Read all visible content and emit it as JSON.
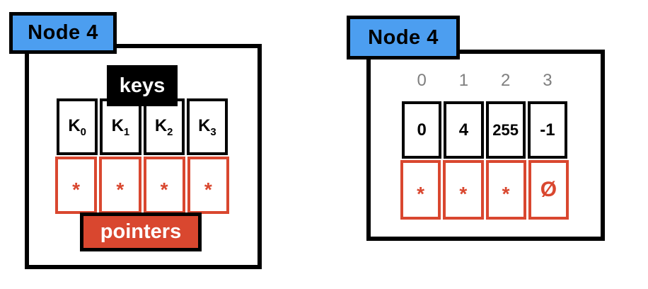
{
  "left_node": {
    "title": "Node 4",
    "keys_label": "keys",
    "pointers_label": "pointers",
    "keys": [
      {
        "base": "K",
        "sub": "0"
      },
      {
        "base": "K",
        "sub": "1"
      },
      {
        "base": "K",
        "sub": "2"
      },
      {
        "base": "K",
        "sub": "3"
      }
    ],
    "pointers": [
      "*",
      "*",
      "*",
      "*"
    ]
  },
  "right_node": {
    "title": "Node 4",
    "indices": [
      "0",
      "1",
      "2",
      "3"
    ],
    "keys": [
      "0",
      "4",
      "255",
      "-1"
    ],
    "pointers": [
      "*",
      "*",
      "*",
      "Ø"
    ]
  },
  "colors": {
    "node_label_blue": "#4C9EF0",
    "pointer_red": "#D9472F",
    "keys_label_black": "#000000",
    "index_gray": "#7F7F7F"
  }
}
